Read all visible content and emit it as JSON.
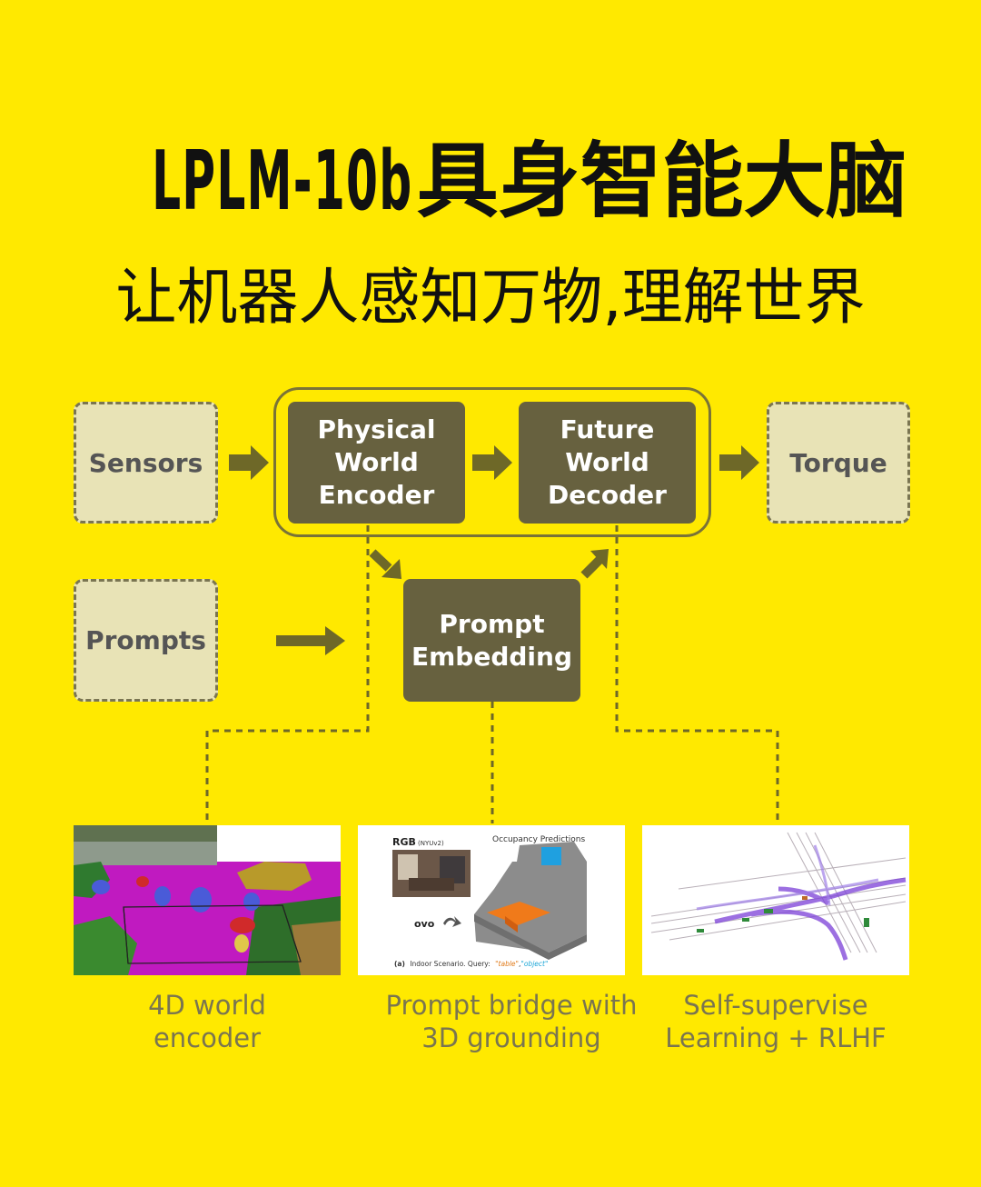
{
  "header": {
    "model": "LPLM-10b",
    "title_cn": "具身智能大脑",
    "subtitle": "让机器人感知万物,理解世界"
  },
  "diagram": {
    "inputs": {
      "sensors": "Sensors",
      "prompts": "Prompts"
    },
    "output": {
      "torque": "Torque"
    },
    "blocks": {
      "encoder": "Physical\nWorld\nEncoder",
      "decoder": "Future\nWorld\nDecoder",
      "prompt_embedding": "Prompt\nEmbedding"
    }
  },
  "panels": [
    {
      "caption": "4D world\nencoder"
    },
    {
      "caption": "Prompt bridge with\n3D grounding",
      "figure": {
        "rgb_label": "RGB",
        "rgb_source": "(NYUv2)",
        "occupancy_title": "Occupancy Predictions",
        "ovo_label": "ovo",
        "scenario_marker": "(a)",
        "scenario_text": "Indoor Scenario. Query:",
        "query_1": "\"table\"",
        "query_sep": ",",
        "query_2": "\"object\""
      }
    },
    {
      "caption": "Self-supervise\nLearning + RLHF"
    }
  ],
  "colors": {
    "background": "#FFE900",
    "block_dark": "#67613F",
    "io_fill": "#E8E3B6",
    "arrow": "#6E6828",
    "caption": "#7A7550"
  }
}
